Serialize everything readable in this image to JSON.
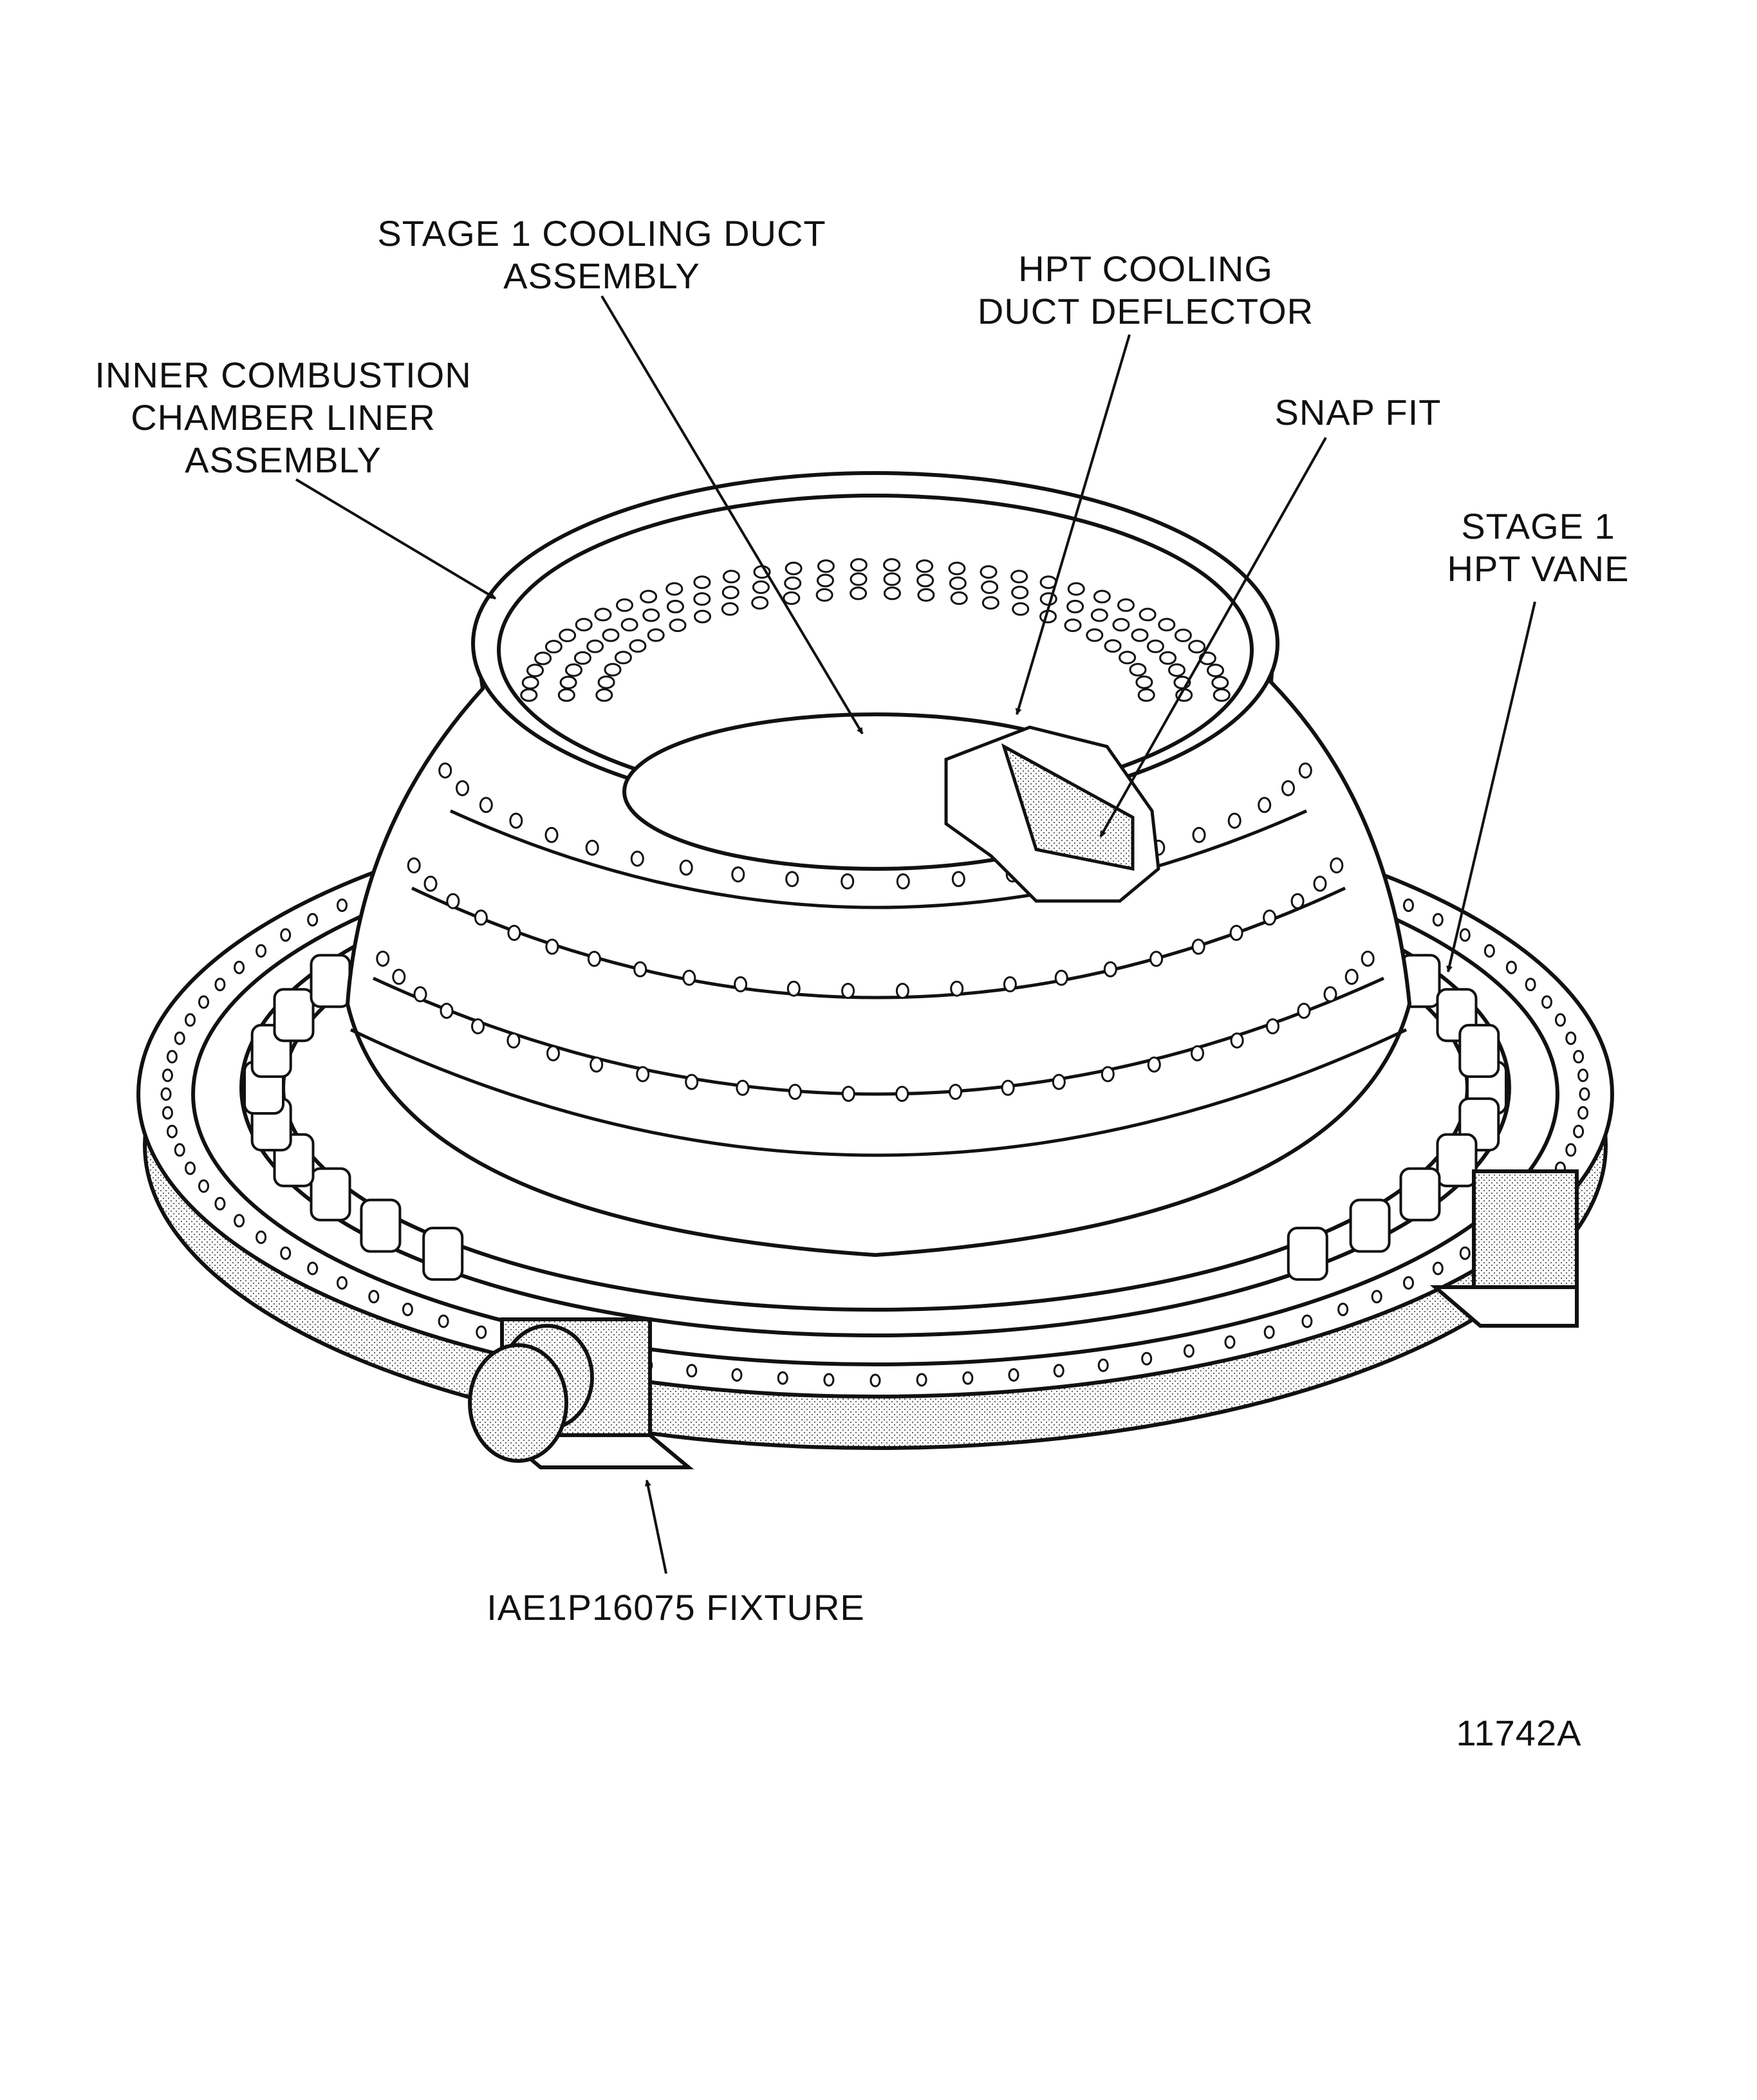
{
  "labels": {
    "stage1_cooling_duct": [
      "STAGE 1 COOLING DUCT",
      "ASSEMBLY"
    ],
    "hpt_cooling_duct_deflector": [
      "HPT COOLING",
      "DUCT DEFLECTOR"
    ],
    "inner_combustion_chamber_liner": [
      "INNER COMBUSTION",
      "CHAMBER LINER",
      "ASSEMBLY"
    ],
    "snap_fit": [
      "SNAP FIT"
    ],
    "stage1_hpt_vane": [
      "STAGE 1",
      "HPT VANE"
    ],
    "fixture": [
      "IAE1P16075 FIXTURE"
    ],
    "figure_number": [
      "11742A"
    ]
  }
}
